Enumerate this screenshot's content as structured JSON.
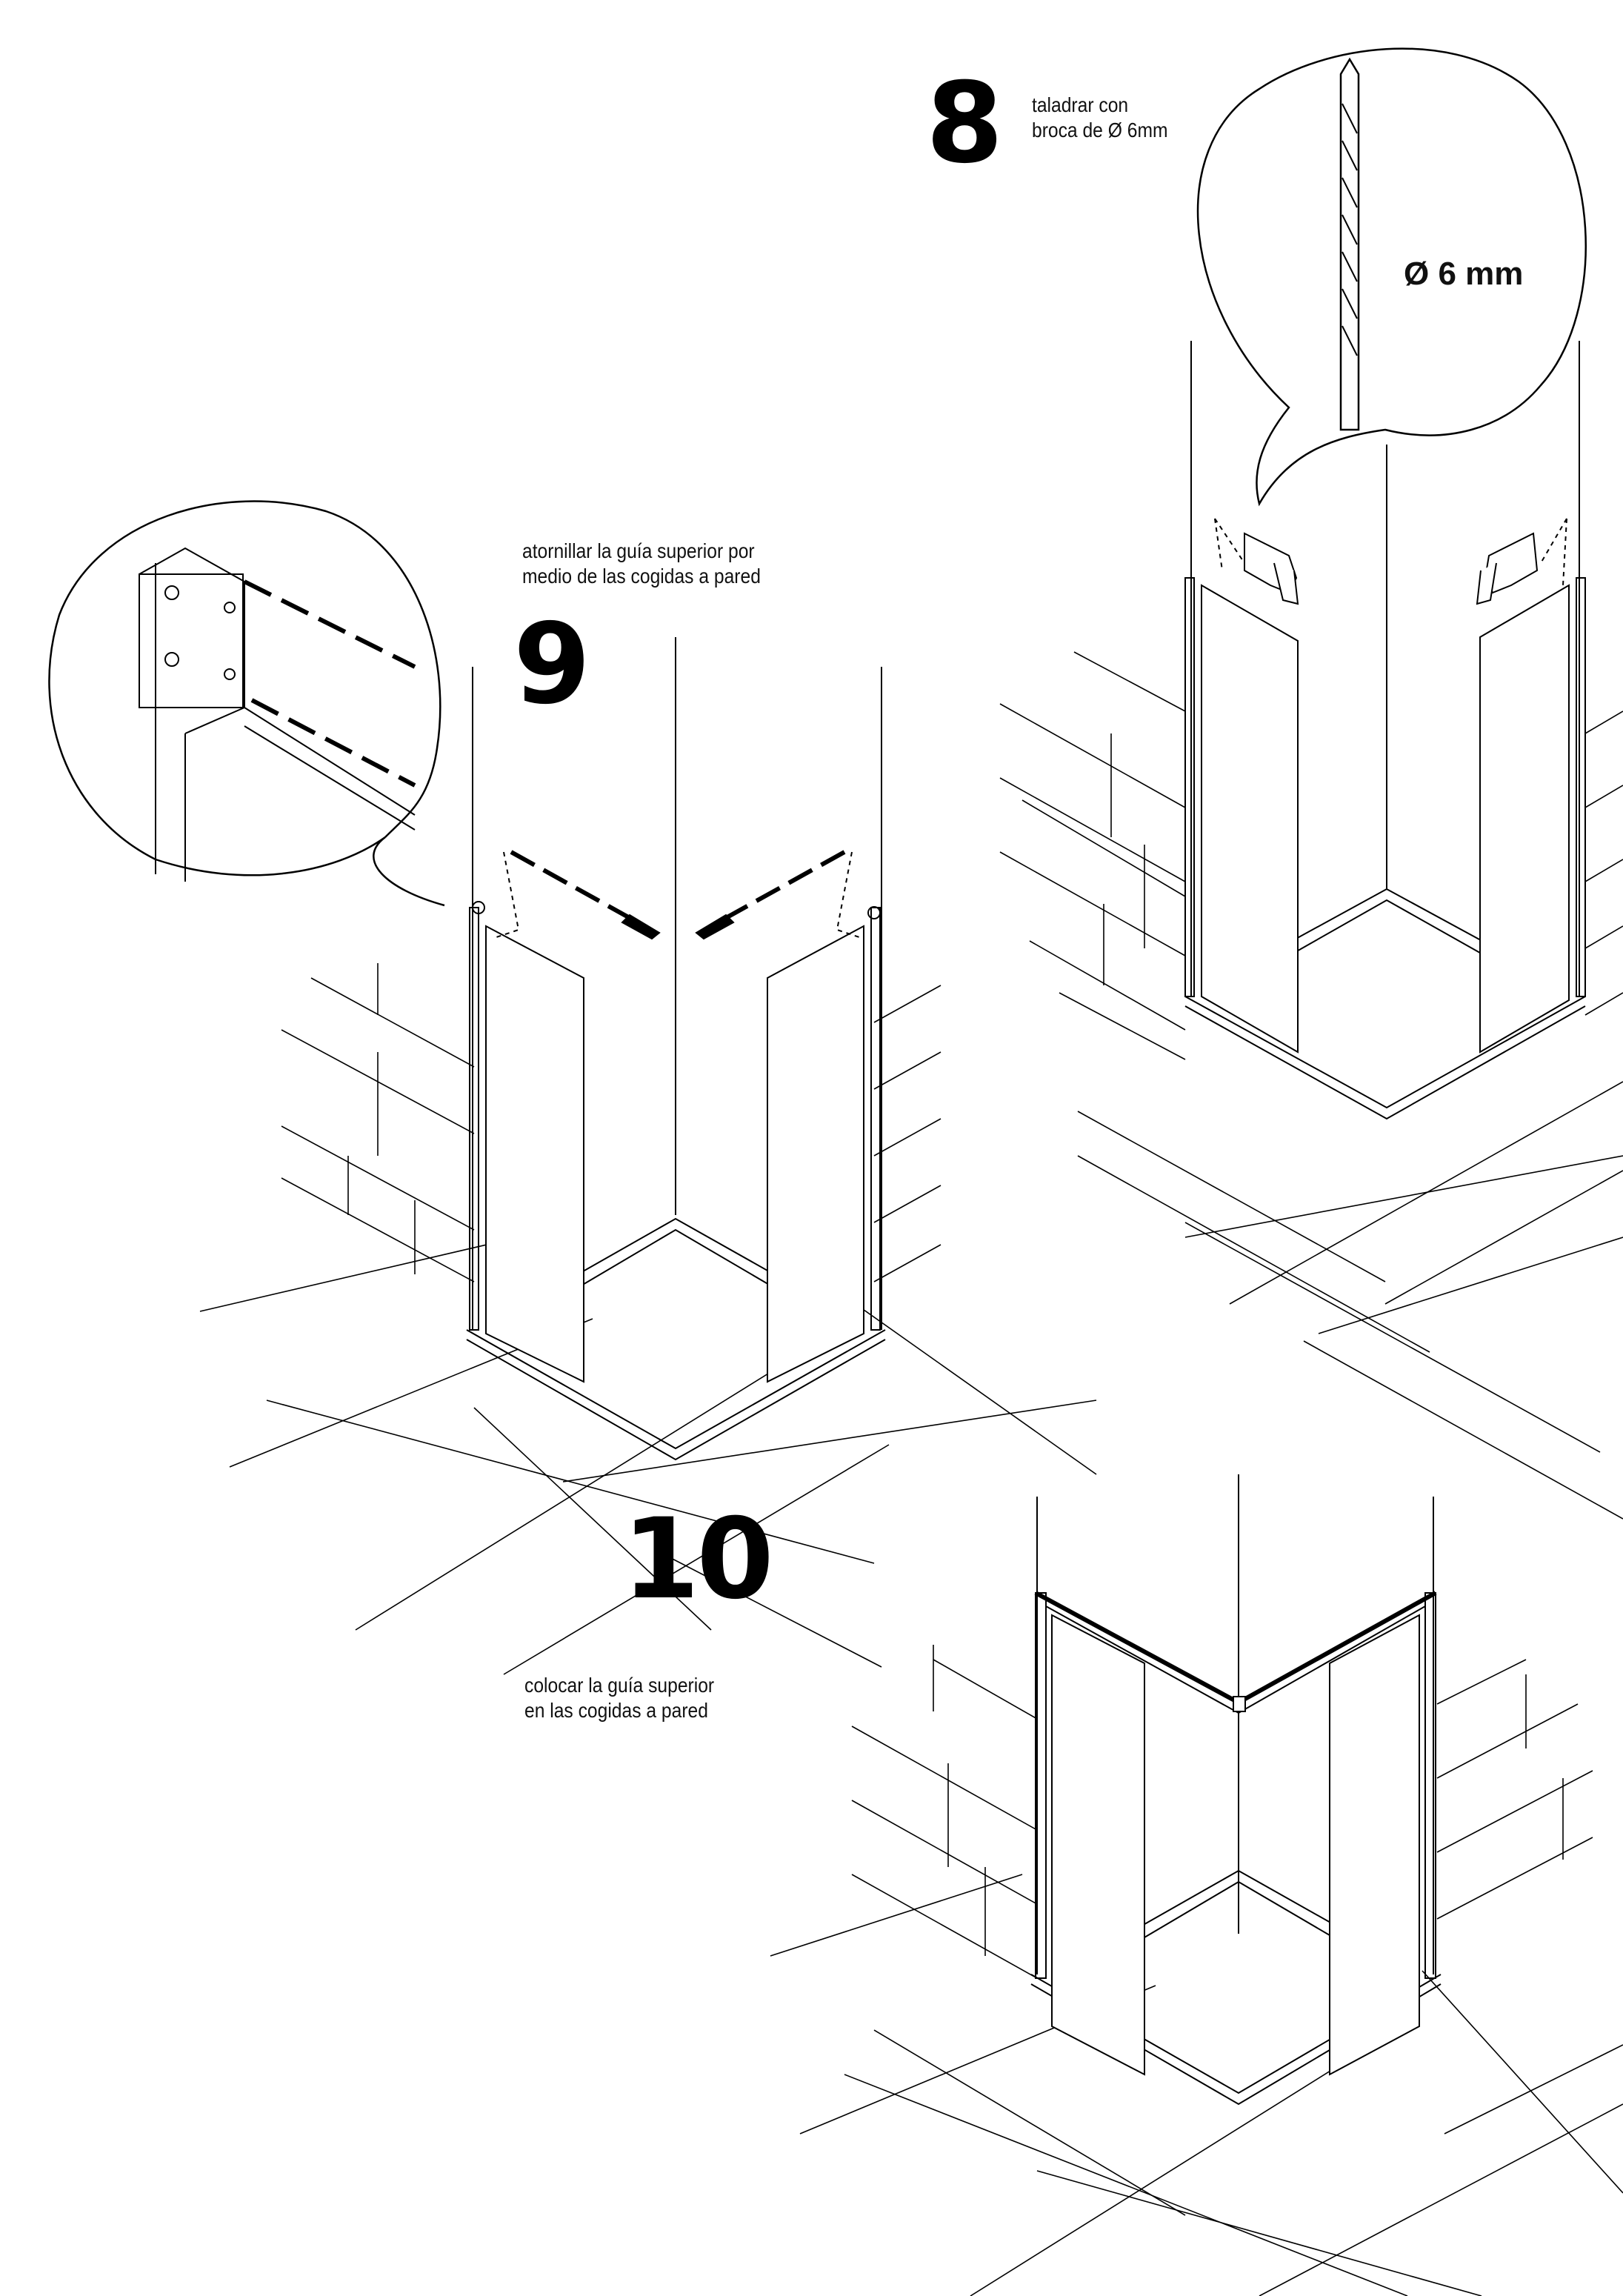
{
  "steps": [
    {
      "number": "8",
      "caption_line1": "taladrar con",
      "caption_line2": "broca de Ø 6mm",
      "callout_label": "Ø 6 mm"
    },
    {
      "number": "9",
      "caption_line1": "atornillar la guía superior por",
      "caption_line2": "medio de las cogidas a pared"
    },
    {
      "number": "10",
      "caption_line1": "colocar la guía superior",
      "caption_line2": "en las cogidas a pared"
    }
  ],
  "colors": {
    "ink": "#000000",
    "paper": "#ffffff"
  }
}
